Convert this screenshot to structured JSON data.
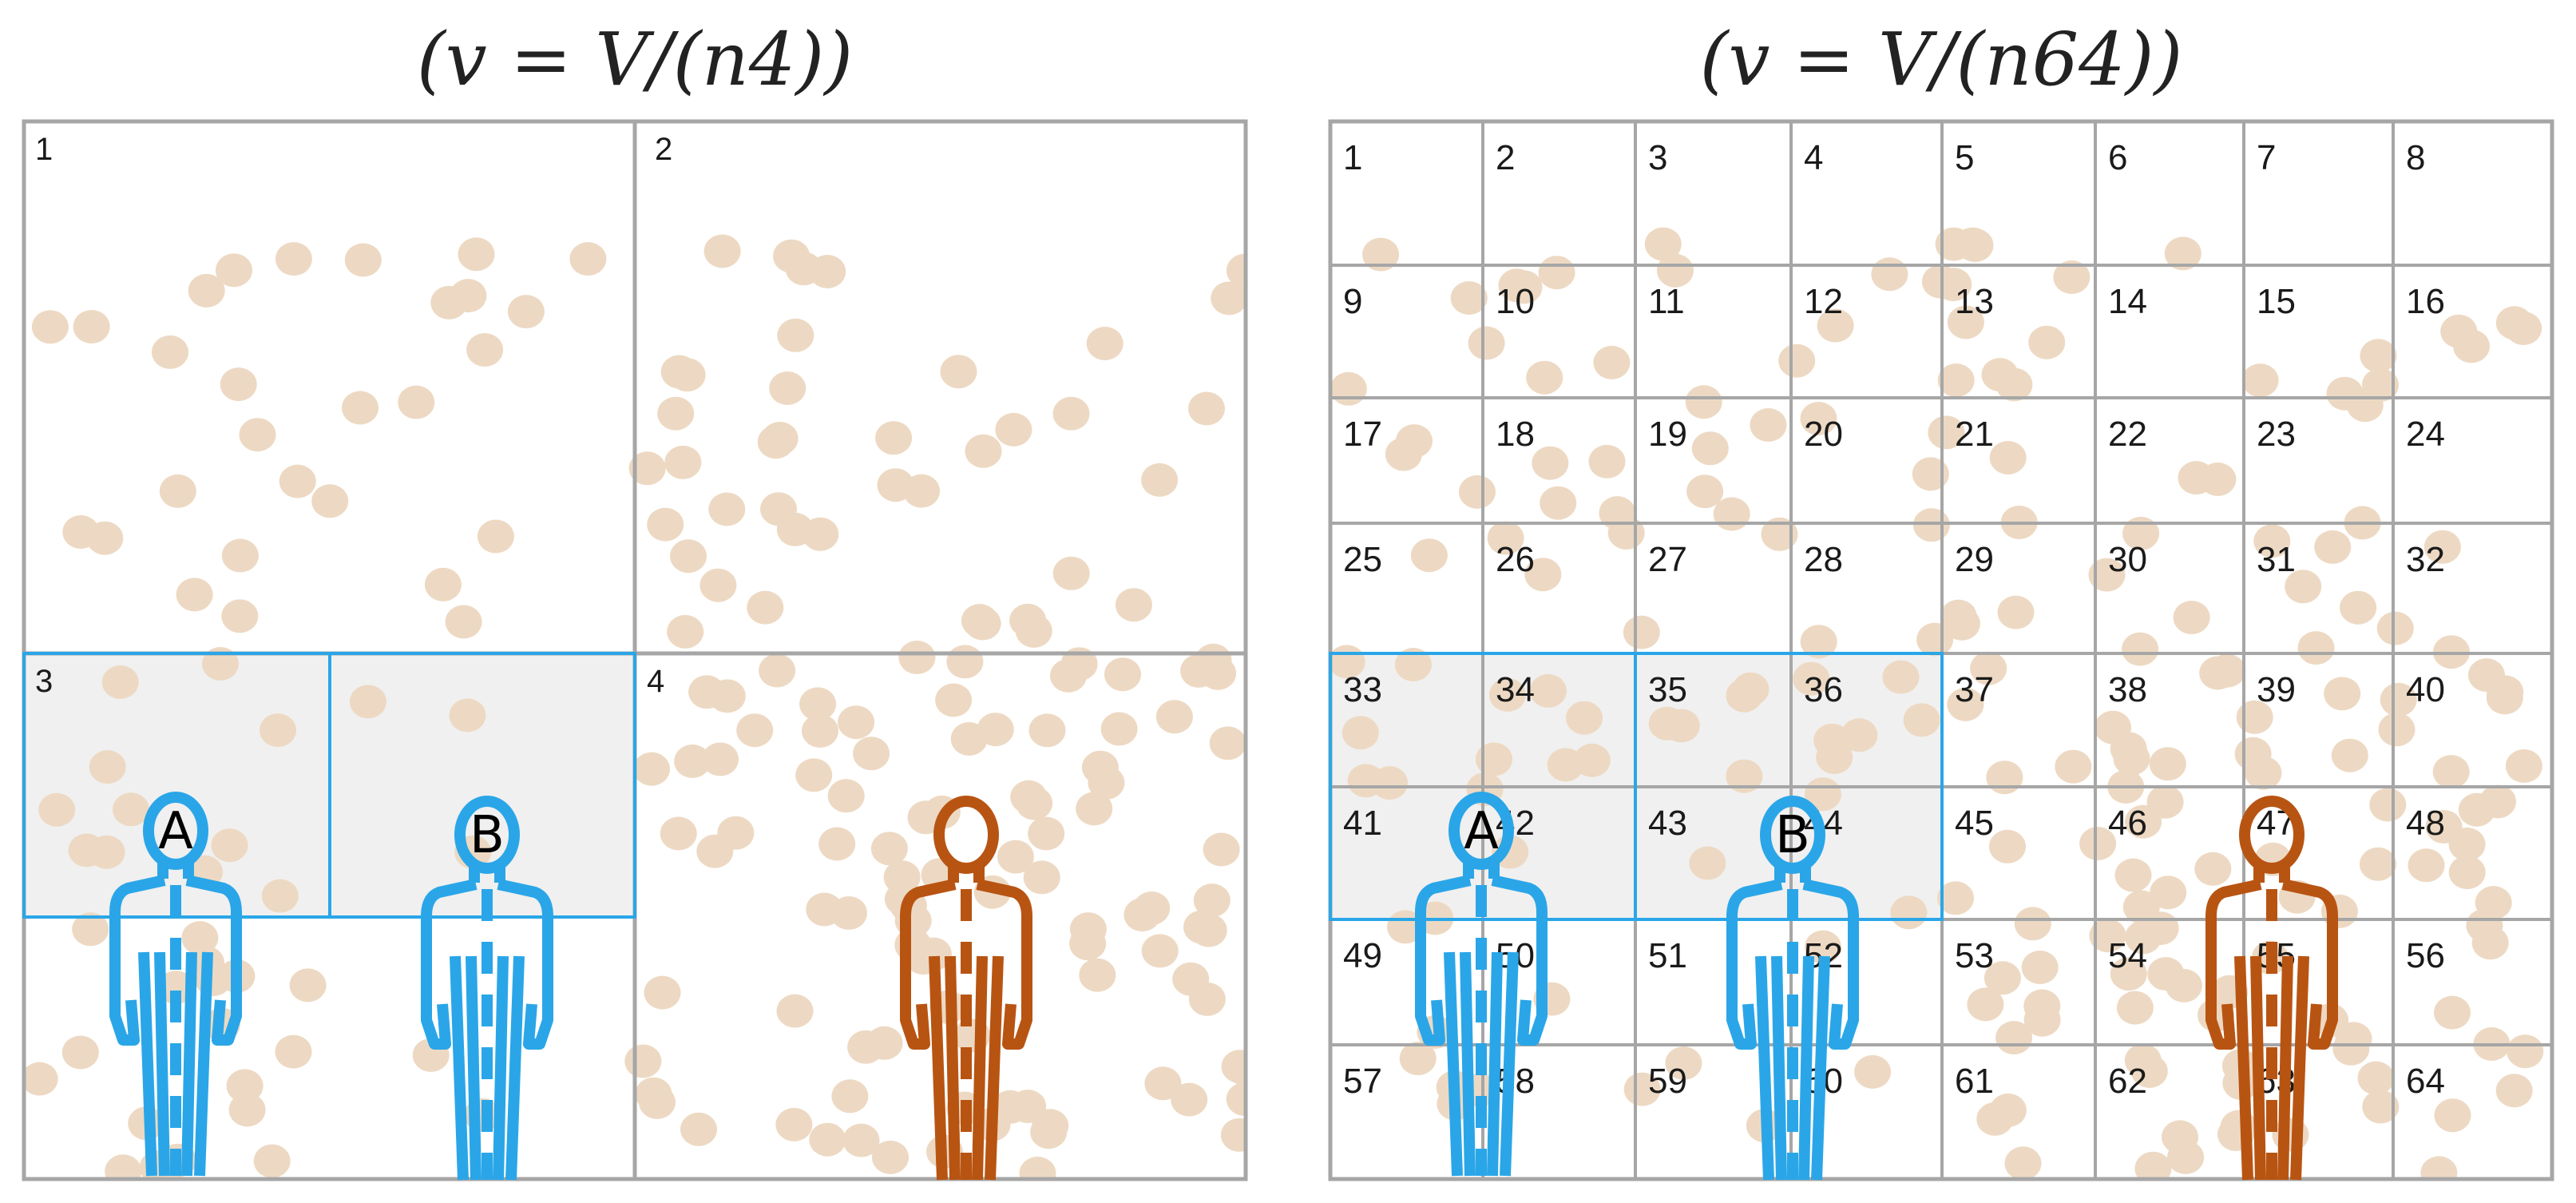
{
  "titles": {
    "left": "(v = V/(n4))",
    "right": "(v = V/(n64))"
  },
  "colors": {
    "grid": "#a6a6a6",
    "particle": "#edd9c3",
    "highlight_fill": "#f0f0f0",
    "person_blue": "#2aa6e8",
    "person_orange": "#b85412"
  },
  "left_panel": {
    "cell_labels": [
      "1",
      "2",
      "3",
      "4"
    ]
  },
  "right_panel": {
    "cell_labels": [
      "1",
      "2",
      "3",
      "4",
      "5",
      "6",
      "7",
      "8",
      "9",
      "10",
      "11",
      "12",
      "13",
      "14",
      "15",
      "16",
      "17",
      "18",
      "19",
      "20",
      "21",
      "22",
      "23",
      "24",
      "25",
      "26",
      "27",
      "28",
      "29",
      "30",
      "31",
      "32",
      "33",
      "34",
      "35",
      "36",
      "37",
      "38",
      "39",
      "40",
      "41",
      "42",
      "43",
      "44",
      "45",
      "46",
      "47",
      "48",
      "49",
      "50",
      "51",
      "52",
      "53",
      "54",
      "55",
      "56",
      "57",
      "58",
      "59",
      "60",
      "61",
      "62",
      "63",
      "64"
    ]
  },
  "people": {
    "a_label": "A",
    "b_label": "B"
  }
}
